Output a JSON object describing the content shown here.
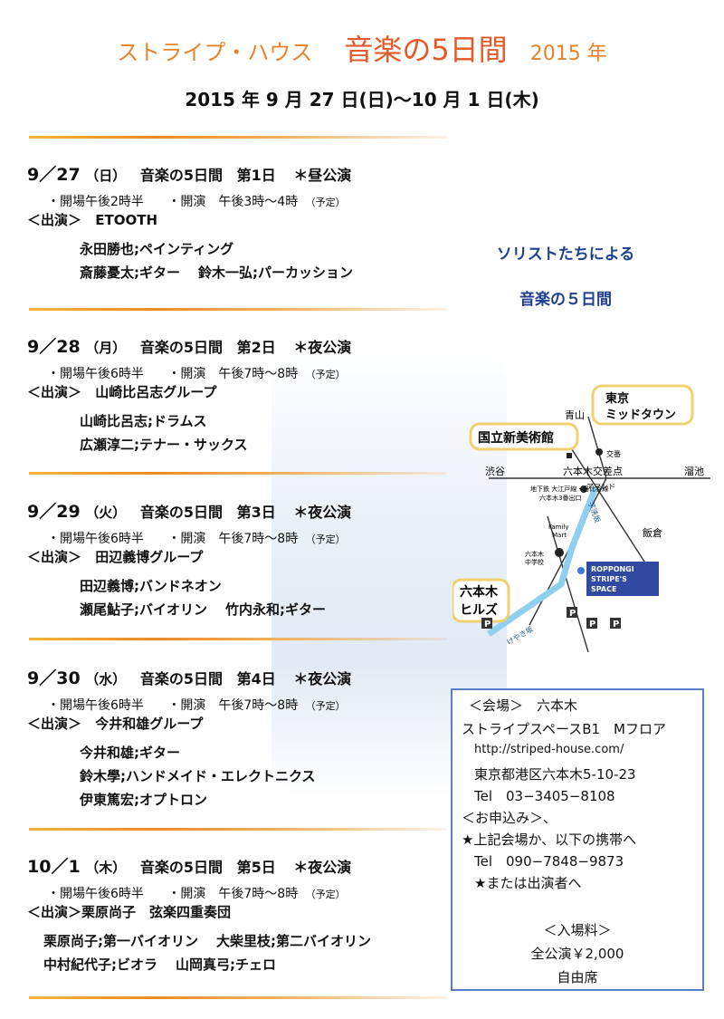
{
  "header": {
    "venue": "ストライプ・ハウス",
    "title": "音楽の5日間",
    "year": "2015 年",
    "dates": "2015 年 9 月 27 日(日)〜10 月 1 日(木)"
  },
  "events": [
    {
      "date": "9／27",
      "day": "（日）",
      "name": "音楽の5日間",
      "num": "第1日",
      "kind": "＊昼公演",
      "open": "・開場午後2時半",
      "perf": "・開演　午後3時〜4時",
      "tentative": "（予定）",
      "performer_label": "＜出演＞",
      "group": "ETOOTH",
      "members": [
        "永田勝也;ペインティング",
        "斎藤憂太;ギター",
        "鈴木一弘;パーカッション"
      ]
    },
    {
      "date": "9／28",
      "day": "（月）",
      "name": "音楽の5日間",
      "num": "第2日",
      "kind": "＊夜公演",
      "open": "・開場午後6時半",
      "perf": "・開演　午後7時〜8時",
      "tentative": "（予定）",
      "performer_label": "＜出演＞",
      "group": "山崎比呂志グループ",
      "members": [
        "山崎比呂志;ドラムス",
        "広瀬淳二;テナー・サックス"
      ]
    },
    {
      "date": "9／29",
      "day": "（火）",
      "name": "音楽の5日間",
      "num": "第3日",
      "kind": "＊夜公演",
      "open": "・開場午後6時半",
      "perf": "・開演　午後7時〜8時",
      "tentative": "（予定）",
      "performer_label": "＜出演＞",
      "group": "田辺義博グループ",
      "members": [
        "田辺義博;バンドネオン",
        "瀬尾鮎子;バイオリン",
        "竹内永和;ギター"
      ]
    },
    {
      "date": "9／30",
      "day": "（水）",
      "name": "音楽の5日間",
      "num": "第4日",
      "kind": "＊夜公演",
      "open": "・開場午後6時半",
      "perf": "・開演　午後7時〜8時",
      "tentative": "（予定）",
      "performer_label": "＜出演＞",
      "group": "今井和雄グループ",
      "members": [
        "今井和雄;ギター",
        "鈴木學;ハンドメイド・エレクトニクス",
        "伊東篤宏;オプトロン"
      ]
    },
    {
      "date": "10／1",
      "day": "（木）",
      "name": "音楽の5日間",
      "num": "第5日",
      "kind": "＊夜公演",
      "open": "・開場午後6時半",
      "perf": "・開演　午後7時〜8時",
      "tentative": "（予定）",
      "performer_label": "＜出演＞",
      "group": "栗原尚子　弦楽四重奏団",
      "members": [
        "栗原尚子;第一バイオリン",
        "大柴里枝;第二バイオリン",
        "中村紀代子;ビオラ",
        "山岡真弓;チェロ"
      ]
    }
  ],
  "tagline": [
    "ソリストたちによる",
    "音楽の５日間"
  ],
  "map": {
    "aoyama": "青山",
    "tokyo_midtown": [
      "東京",
      "ミッドタウン"
    ],
    "nact": "国立新美術館",
    "shibuya": "渋谷",
    "roppongi_crossing": "六本木交差点",
    "tameike": "溜池",
    "koban": "交番",
    "almond": "アマンド",
    "subway": [
      "地下鉄 大江戸線・日比谷線",
      "六本木3番出口"
    ],
    "iikura": "飯倉",
    "family_mart": [
      "Family",
      "Mart"
    ],
    "school": [
      "六本木",
      "中学校"
    ],
    "stripe_space": [
      "ROPPONGI",
      "STRIPE'S",
      "SPACE"
    ],
    "hills": [
      "六本木",
      "ヒルズ"
    ],
    "slope1": "芋洗坂",
    "slope2": "けやき坂",
    "parking": "P"
  },
  "info": {
    "venue_label": "＜会場＞　六本木",
    "venue_name": "ストライプスペースB1　Mフロア",
    "url": "http://striped-house.com/",
    "address": "東京都港区六本木5-10-23",
    "tel1": "Tel　03−3405−8108",
    "apply_label": "＜お申込み＞、",
    "apply_line1": "★上記会場か、以下の携帯へ",
    "tel2": "Tel　090−7848−9873",
    "apply_line2": "★または出演者へ",
    "fee_label": "＜入場料＞",
    "fee": "全公演￥2,000",
    "seating": "自由席"
  },
  "colors": {
    "accent_orange": "#e8822a",
    "title_red_orange": "#e35a2a",
    "tagline_blue": "#1f3f8f",
    "box_border": "#5a7fc8",
    "venue_marker": "#2f4aa0"
  }
}
